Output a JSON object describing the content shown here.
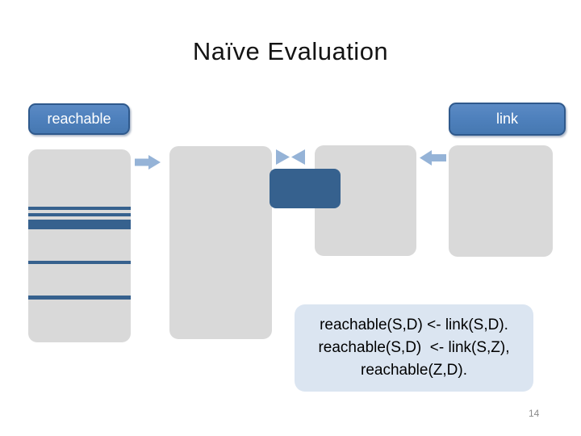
{
  "slide": {
    "title": "Naïve Evaluation",
    "page_number": "14"
  },
  "relations": {
    "reachable_label": "reachable",
    "link_label": "link"
  },
  "rules": {
    "lines": [
      "reachable(S,D) <- link(S,D).",
      "reachable(S,D)  <- link(S,Z),",
      "reachable(Z,D)."
    ]
  },
  "icons": {
    "join": "bowtie-join-icon",
    "flow_right": "arrow-right-icon",
    "flow_left": "arrow-left-icon"
  },
  "colors": {
    "relation_label_fill": "#4f81bd",
    "relation_label_border": "#2f598c",
    "table_fill": "#d9d9d9",
    "tuple_stripe": "#36618e",
    "join_result_fill": "#36618e",
    "arrow_fill": "#95b3d7",
    "rules_box_fill": "#dbe5f1",
    "title_color": "#141414",
    "page_number_color": "#8b8b8b"
  }
}
